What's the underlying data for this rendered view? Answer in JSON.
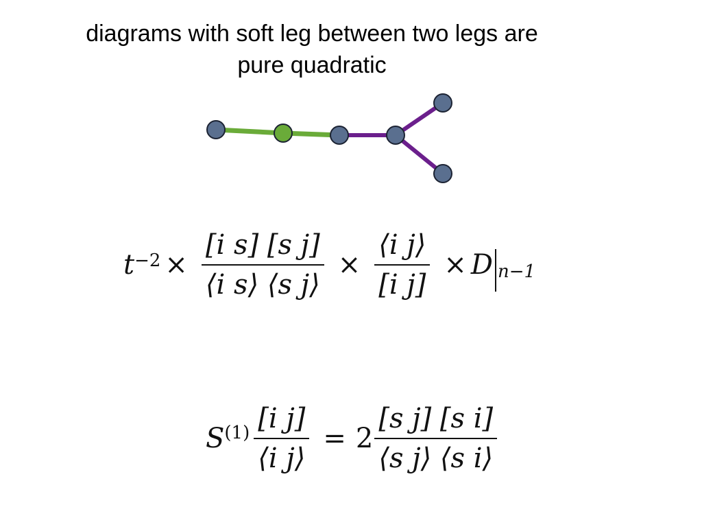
{
  "slide": {
    "title_line1": "diagrams with soft leg between two legs are",
    "title_line2": "pure quadratic"
  },
  "diagram": {
    "colors": {
      "node": "#5a6f8f",
      "node_soft": "#6aab39",
      "edge_soft": "#6aab39",
      "edge_hard": "#6b1f8c",
      "node_outline": "#1c2333"
    }
  },
  "equation1": {
    "t": "t",
    "t_exp": "−2",
    "times1": "×",
    "frac1_num": "[i s] [s j]",
    "frac1_den": "⟨i s⟩ ⟨s j⟩",
    "times2": "×",
    "frac2_num": "⟨i j⟩",
    "frac2_den": "[i j]",
    "times3": "×",
    "D": "D",
    "D_sub": "n−1"
  },
  "equation2": {
    "S": "S",
    "S_sup": "(1)",
    "lhs_num": "[i j]",
    "lhs_den": "⟨i j⟩",
    "equals": "=",
    "coef": "2",
    "rhs_num": "[s j] [s i]",
    "rhs_den": "⟨s j⟩ ⟨s i⟩"
  }
}
